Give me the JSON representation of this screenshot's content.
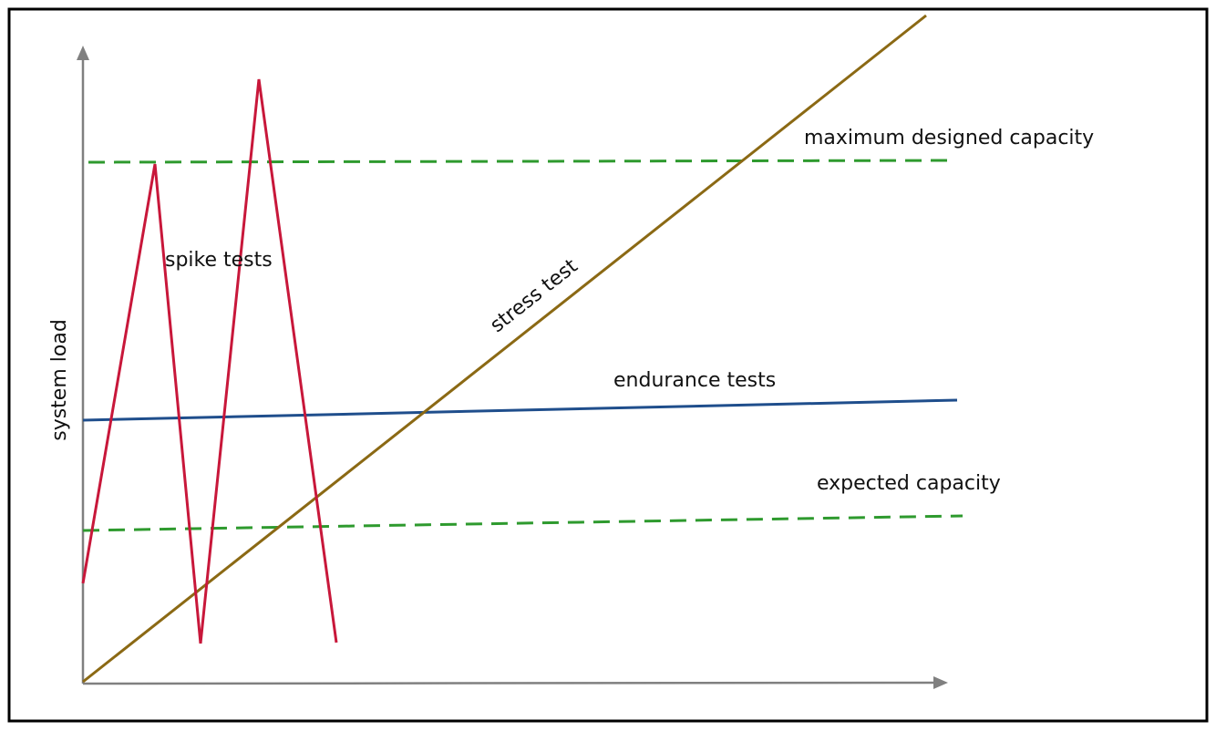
{
  "labels": {
    "y_axis": "system load",
    "max_capacity": "maximum designed capacity",
    "expected_capacity": "expected capacity",
    "endurance": "endurance tests",
    "stress": "stress test",
    "spike": "spike tests"
  },
  "colors": {
    "frame": "#000000",
    "axis": "#808080",
    "capacity_line": "#2e9a2e",
    "endurance_line": "#1f4e8c",
    "stress_line": "#8b6914",
    "spike_line": "#c8173a",
    "text": "#111111"
  }
}
